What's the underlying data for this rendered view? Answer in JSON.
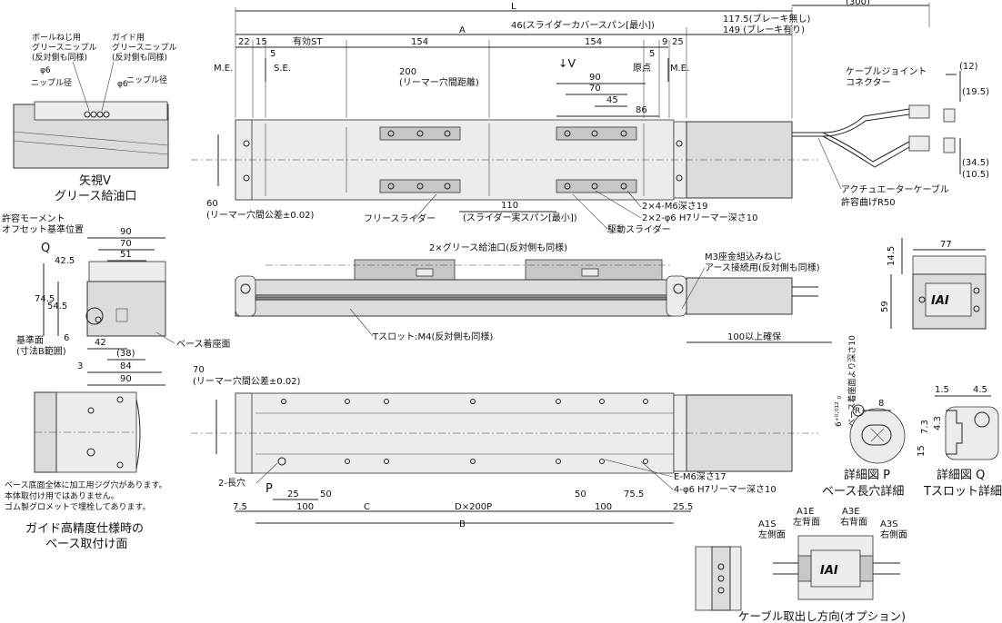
{
  "top": {
    "L": "L",
    "dim300": "(300)",
    "A": "A",
    "slider_cover_span": "46(スライダーカバースパン[最小])",
    "brake_none": "117.5(ブレーキ無し)",
    "brake_with": "149 (ブレーキ有り)",
    "d22": "22",
    "d15": "15",
    "eff_st": "有効ST",
    "d154a": "154",
    "d154b": "154",
    "d5a": "5",
    "d5b": "5",
    "d9": "9",
    "d25": "25",
    "me_left": "M.E.",
    "se": "S.E.",
    "origin": "原点",
    "me_right": "M.E.",
    "view_v": "↓V",
    "d200": "200",
    "reamer_dist": "(リーマー穴間距離)",
    "d90": "90",
    "d70": "70",
    "d45": "45",
    "d86": "86",
    "d60": "60",
    "tol60": "(リーマー穴間公差±0.02)",
    "free_slider": "フリースライダー",
    "d110": "110",
    "slider_span": "(スライダー実スパン[最小])",
    "m6": "2×4-M6深さ19",
    "reamer": "2×2-φ6 H7リーマー深さ10",
    "drive_slider": "駆動スライダー",
    "cable_joint_1": "ケーブルジョイント",
    "cable_joint_2": "コネクター",
    "c12": "(12)",
    "c195": "(19.5)",
    "c345": "(34.5)",
    "c105": "(10.5)",
    "act_cable_1": "アクチュエーターケーブル",
    "act_cable_2": "許容曲げR50"
  },
  "viewV": {
    "ball_1": "ボールねじ用",
    "ball_2": "グリースニップル",
    "ball_3": "(反対側も同様)",
    "guide_1": "ガイド用",
    "guide_2": "グリースニップル",
    "guide_3": "(反対側も同様)",
    "phi_l": "φ6",
    "nipple_l": "ニップル径",
    "phi_r": "φ6",
    "nipple_r": "ニップル径",
    "title_1": "矢視V",
    "title_2": "グリース給油口"
  },
  "end": {
    "allow_1": "許容モーメント",
    "allow_2": "オフセット基準位置",
    "Q": "Q",
    "d90": "90",
    "d70": "70",
    "d51": "51",
    "d425": "42.5",
    "d745": "74.5",
    "d545": "54.5",
    "d6": "6",
    "d42": "42",
    "d38": "(38)",
    "d84": "84",
    "d90b": "90",
    "d3": "3",
    "ref_1": "基準面",
    "ref_2": "(寸法B範囲)",
    "base_seat": "ベース着座面"
  },
  "side": {
    "grease": "2×グリース給油口(反対側も同様)",
    "m3_1": "M3座金組込みねじ",
    "m3_2": "アース接続用(反対側も同様)",
    "tslot": "Tスロット:M4(反対側も同様)",
    "secure": "100以上確保"
  },
  "rightEnd": {
    "d145": "14.5",
    "d77": "77",
    "d59": "59",
    "logo": "IAI"
  },
  "bottom": {
    "d70": "70",
    "tol70": "(リーマー穴間公差±0.02)",
    "long_hole": "2-長穴",
    "P": "P",
    "d25": "25",
    "d50": "50",
    "d75": "7.5",
    "d100": "100",
    "C": "C",
    "D": "D×200P",
    "d50b": "50",
    "d100b": "100",
    "d255": "25.5",
    "d755": "75.5",
    "B": "B",
    "em6": "E-M6深さ17",
    "reamer4": "4-φ6 H7リーマー深さ10"
  },
  "guide": {
    "n1": "ベース底面全体に加工用ジグ穴があります。",
    "n2": "本体取付け用ではありません。",
    "n3": "ゴム製グロメットで埋栓してあります。",
    "title_1": "ガイド高精度仕様時の",
    "title_2": "ベース取付け面"
  },
  "detailP": {
    "d8": "8",
    "R": "R",
    "tol": "6⁺⁰·⁰¹² ₀",
    "depth": "ベース着座面より深さ10",
    "title_1": "詳細図 P",
    "title_2": "ベース長穴詳細"
  },
  "detailQ": {
    "d15": "1.5",
    "d45": "4.5",
    "d73": "7.3",
    "d43": "4.3",
    "d15b": "15",
    "title_1": "詳細図 Q",
    "title_2": "Tスロット詳細"
  },
  "cable": {
    "a1e_1": "A1E",
    "a1e_2": "左背面",
    "a3e_1": "A3E",
    "a3e_2": "右背面",
    "a1s_1": "A1S",
    "a1s_2": "左側面",
    "a3s_1": "A3S",
    "a3s_2": "右側面",
    "logo": "IAI",
    "title": "ケーブル取出し方向(オプション)"
  }
}
